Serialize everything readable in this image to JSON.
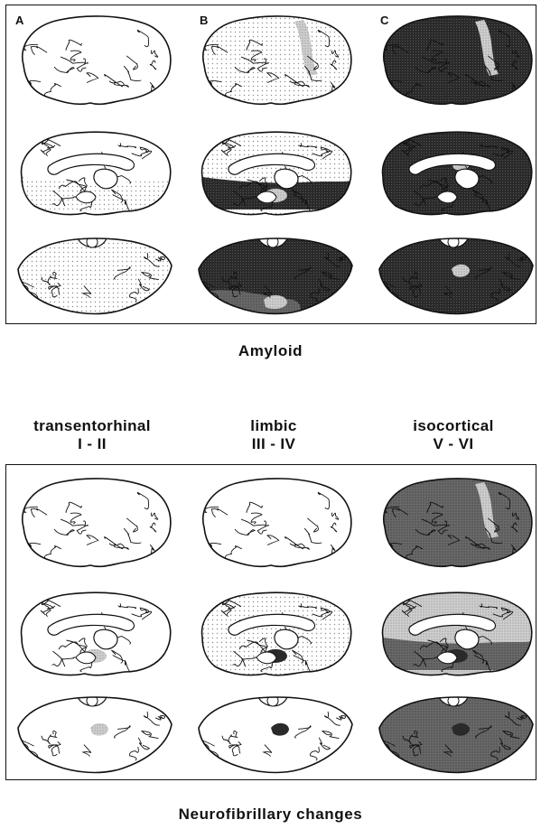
{
  "amyloid_panel": {
    "labels": [
      "A",
      "B",
      "C"
    ],
    "caption": "Amyloid"
  },
  "neurofibrillary_panel": {
    "stages": [
      {
        "name": "transentorhinal",
        "range": "I - II"
      },
      {
        "name": "limbic",
        "range": "III - IV"
      },
      {
        "name": "isocortical",
        "range": "V - VI"
      }
    ],
    "caption": "Neurofibrillary changes"
  },
  "views": [
    "lateral",
    "medial",
    "basal"
  ],
  "colors": {
    "outline": "#111111",
    "dense": "#2a2a2a",
    "medium": "#6a6a6a",
    "light": "#bdbdbd",
    "stipple": "#8c8c8c"
  }
}
